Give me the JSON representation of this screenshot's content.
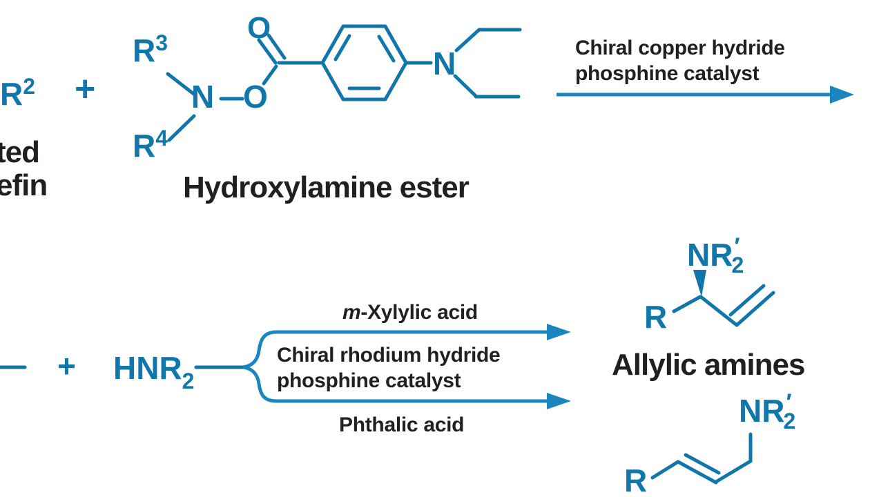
{
  "colors": {
    "structure_blue": "#1177aa",
    "arrow_blue": "#1b86be",
    "text_dark": "#231f20",
    "background": "#ffffff"
  },
  "top_reaction": {
    "olefin_fragment": {
      "r_base": "R",
      "r_sup": "2",
      "cut_text_line1": "ted",
      "cut_text_line2": "efin"
    },
    "plus": "+",
    "hydroxylamine_ester": {
      "r3_base": "R",
      "r3_sup": "3",
      "r4_base": "R",
      "r4_sup": "4",
      "n_label": "N",
      "o_ester_label": "O",
      "o_carbonyl_label": "O",
      "n_amine_label": "N",
      "caption": "Hydroxylamine ester"
    },
    "arrow_condition_line1": "Chiral copper hydride",
    "arrow_condition_line2": "phosphine catalyst"
  },
  "bottom_reaction": {
    "plus": "+",
    "amine_base": "HNR",
    "amine_sub": "2",
    "upper_path_label_italic": "m",
    "upper_path_label_rest": "-Xylylic acid",
    "middle_condition_line1": "Chiral rhodium hydride",
    "middle_condition_line2": "phosphine catalyst",
    "lower_path_label": "Phthalic acid",
    "products_caption": "Allylic amines",
    "branched_product": {
      "r_label": "R",
      "amine_base": "NR",
      "amine_prime": "′",
      "amine_sub": "2"
    },
    "linear_product": {
      "r_label": "R",
      "amine_base": "NR",
      "amine_prime": "′",
      "amine_sub": "2"
    }
  }
}
